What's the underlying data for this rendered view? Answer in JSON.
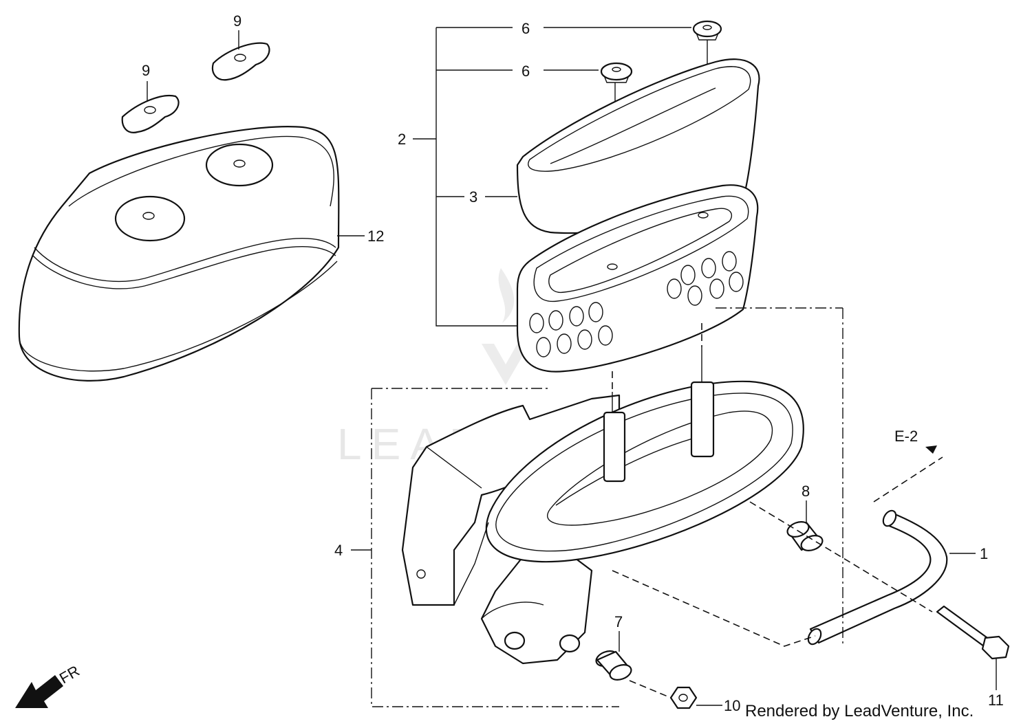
{
  "callouts": {
    "c1": "1",
    "c2": "2",
    "c3": "3",
    "c4": "4",
    "c6a": "6",
    "c6b": "6",
    "c7": "7",
    "c8": "8",
    "c9a": "9",
    "c9b": "9",
    "c10": "10",
    "c11": "11",
    "c12": "12"
  },
  "reference": "E-2",
  "direction": "FR",
  "watermark": "LEADVENTURE",
  "credit": "Rendered by LeadVenture, Inc."
}
